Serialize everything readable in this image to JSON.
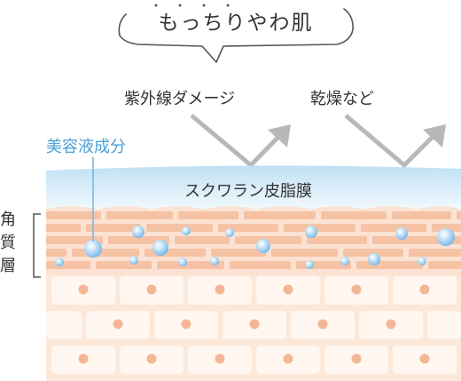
{
  "title": "もっちりやわ肌",
  "labels": {
    "uv_damage": "紫外線ダメージ",
    "dryness": "乾燥など",
    "moisturizing_ingredients": "美容液成分",
    "squalane_film": "スクワラン皮脂膜",
    "stratum_corneum": "角質層"
  },
  "colors": {
    "text": "#333333",
    "ingredient_label": "#4a9fd6",
    "arrow": "#b8b8b8",
    "film_top": "#cfe8f7",
    "film_bottom": "#eef7fc",
    "cell_dark": "#f6c9ae",
    "cell_light": "#fbe6d8",
    "lower_bg": "#fdf0e5",
    "lower_cell": "#fffaf5",
    "nucleus": "#f5b998",
    "droplet": "#8ec8ef"
  }
}
